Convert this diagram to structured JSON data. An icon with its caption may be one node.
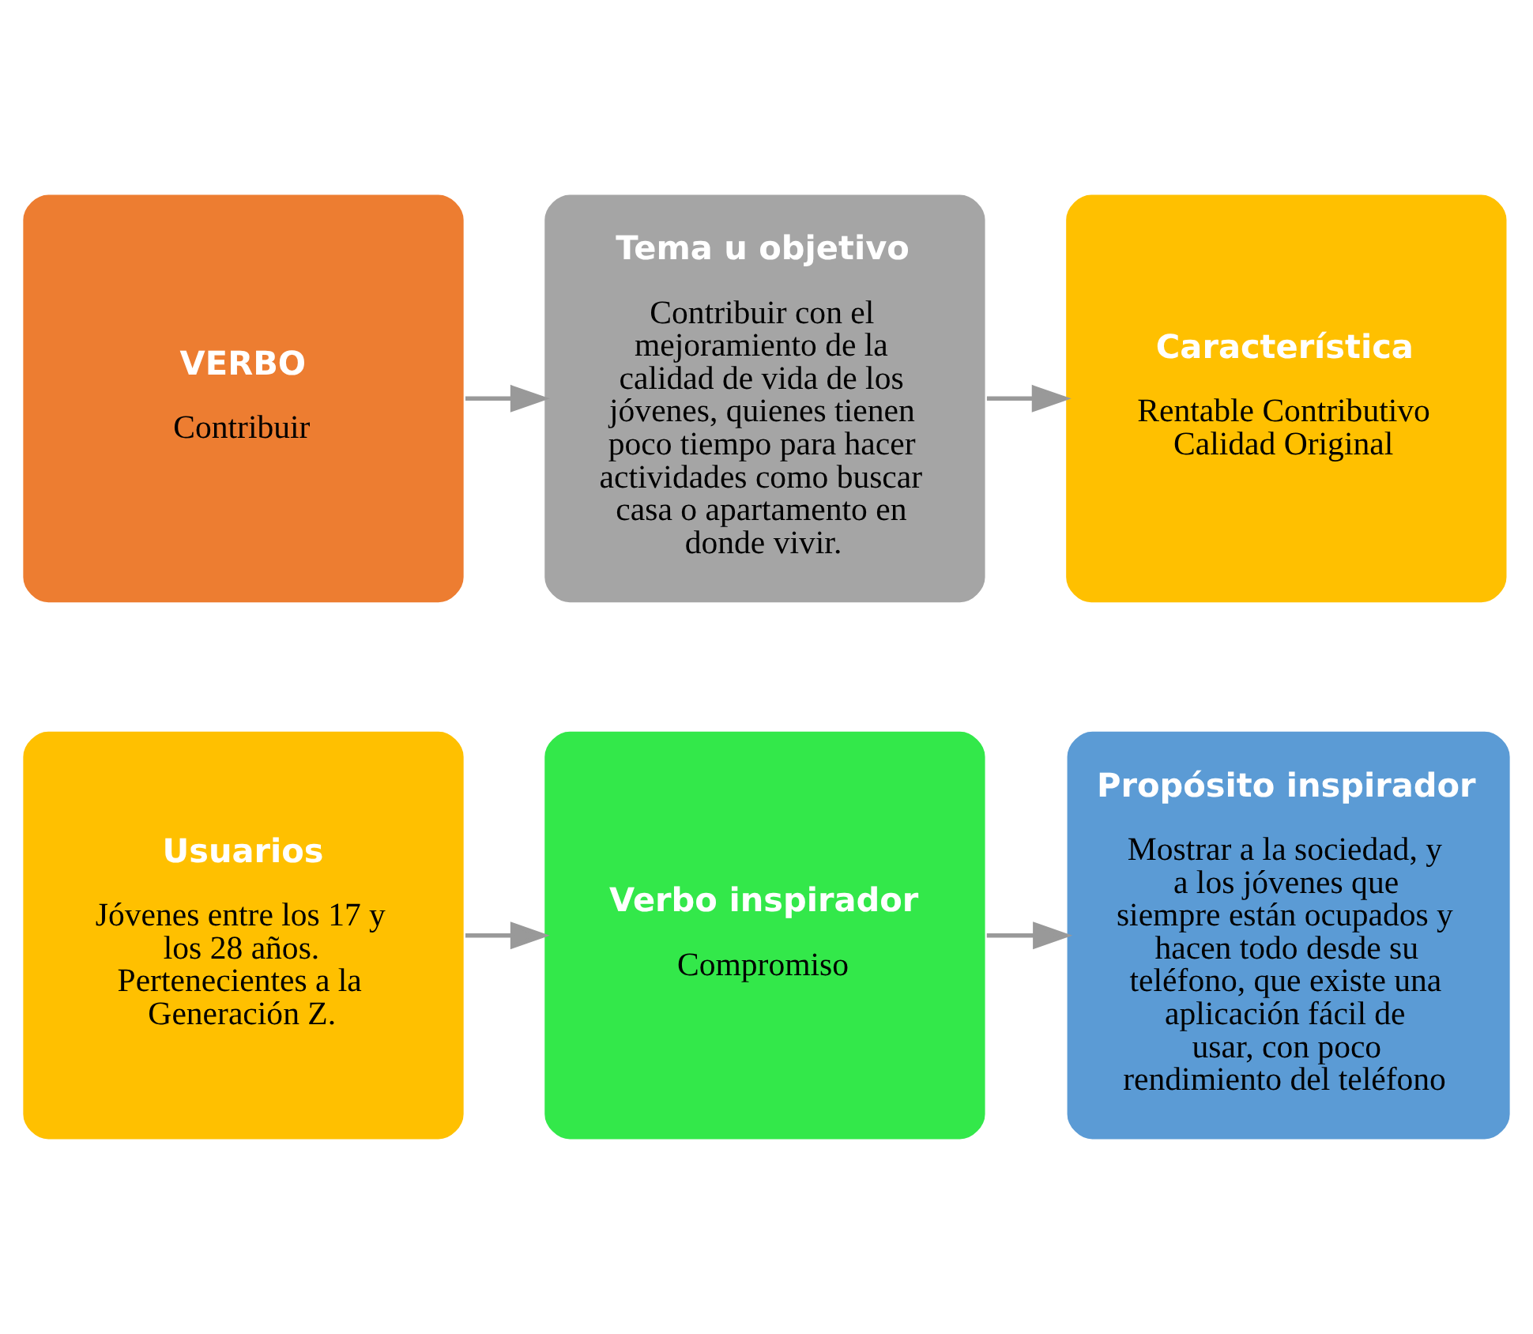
{
  "diagram": {
    "nodes": [
      {
        "text": [
          "VERBO",
          "Contribuir"
        ]
      },
      {
        "text": [
          "Tema u objetivo",
          "Contribuir con el mejoramiento de la calidad de vida de los jóvenes, quienes tienen poco tiempo para hacer actividades como buscar casa o apartamento en donde vivir."
        ]
      },
      {
        "text": [
          "Característica",
          "Rentable Contributivo Calidad Original"
        ]
      },
      {
        "text": [
          "Usuarios",
          "Jóvenes entre los 17 y los 28 años. Pertenecientes a la Generación Z."
        ]
      },
      {
        "text": [
          "Verbo inspirador",
          "Compromiso"
        ]
      },
      {
        "text": [
          "Propósito inspirador",
          "Mostrar a la sociedad, y a los jóvenes que siempre están ocupados y hacen todo desde su teléfono, que existe una aplicación fácil de usar, con poco rendimiento del teléfono"
        ]
      }
    ],
    "edges": [
      {
        "from": 0,
        "to": 1,
        "arrow": "to"
      },
      {
        "from": 1,
        "to": 2,
        "arrow": "to"
      },
      {
        "from": 3,
        "to": 4,
        "arrow": "to"
      },
      {
        "from": 4,
        "to": 5,
        "arrow": "to"
      }
    ]
  }
}
